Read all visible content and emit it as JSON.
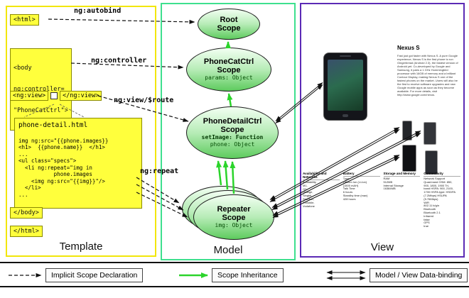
{
  "panels": {
    "template_label": "Template",
    "model_label": "Model",
    "view_label": "View"
  },
  "template": {
    "html_open": "<html>",
    "body_open_lines": [
      "<body",
      "ng:controller=",
      "\"PhoneCatCtrl\">"
    ],
    "ngview_open": "<ng:view>",
    "ngview_close": "</ng:view>",
    "body_close": "</body>",
    "html_close": "</html>",
    "labels": {
      "autobind": "ng:autobind",
      "controller": "ng:controller",
      "view_route": "ng:view/$route",
      "repeat": "ng:repeat"
    },
    "code": {
      "title": "phone-detail.html",
      "lines": [
        "",
        "img ng:src=\"{{phone.images}}",
        "<h1>  {{phone.name}}  </h1>",
        "...",
        "<ul class=\"specs\">",
        "  <li ng:repeat=\"img in",
        "           phone.images",
        "    <img ng:src=\"{{img}}\"/>",
        "  </li>",
        "..."
      ]
    }
  },
  "model": {
    "root": {
      "line1": "Root",
      "line2": "Scope"
    },
    "phonecat": {
      "line1": "PhoneCatCtrl",
      "line2": "Scope",
      "prop": "params: Object"
    },
    "phonedetail": {
      "line1": "PhoneDetailCtrl",
      "line2": "Scope",
      "prop1": "setImage: Function",
      "prop2": "phone: Object"
    },
    "repeater": {
      "line1": "Repeater",
      "line2": "Scope",
      "prop": "img: Object"
    }
  },
  "view": {
    "product_title": "Nexus S",
    "description": "Fast just got faster with Nexus S. A pure Google experience, Nexus S is the first phone to run Gingerbread (Android 2.3), the fastest version of Android yet. Co-developed by Google and Samsung, it pairs a 1 GHz Hummingbird processor with 16GB of memory and a brilliant Contour Display, making Nexus S one of the fastest phones on the market. Users will also be the first to receive software upgrades and new Google mobile apps as soon as they become available. For more details, visit http://www.google.com/nexus.",
    "specs": [
      {
        "header": "Availability and Networks",
        "lines": [
          "Availability",
          "M1,",
          "O2,",
          "Orange,",
          "Singtel,",
          "StarHub,",
          "T-Mobile,",
          "Vodafone"
        ]
      },
      {
        "header": "Battery",
        "lines": [
          "Type",
          "Lithium Ion (Li-Ion)",
          "(1500 mAH)",
          "Talk Time",
          "6 hours",
          "Standby time (max)",
          "428 hours"
        ]
      },
      {
        "header": "Storage and Memory",
        "lines": [
          "RAM",
          "512MB",
          "Internal Storage",
          "16384MB"
        ]
      },
      {
        "header": "Connectivity",
        "lines": [
          "Network Support",
          "Quad-band GSM: 850,",
          "900, 1800, 1900 Tri-",
          "band HSPA: 900, 2100,",
          "1700 HSPA type: HSDPA",
          "(7.2Mbps) HSUPA",
          "(5.76Mbps)",
          "WiFi",
          "802.11 b/g/n",
          "Bluetooth",
          "Bluetooth 2.1",
          "Infrared",
          "false",
          "GPS",
          "true"
        ]
      }
    ]
  },
  "legend": {
    "implicit": "Implicit Scope Declaration",
    "inheritance": "Scope Inheritance",
    "binding": "Model / View Data-binding"
  },
  "colors": {
    "template_border": "#f2e60a",
    "model_border": "#3ee08e",
    "view_border": "#5b2ab5",
    "yellow_box": "#ffff3c",
    "scope_green": "#5ecb5e",
    "inheritance_arrow": "#2bd42b",
    "arrow_black": "#111111"
  }
}
